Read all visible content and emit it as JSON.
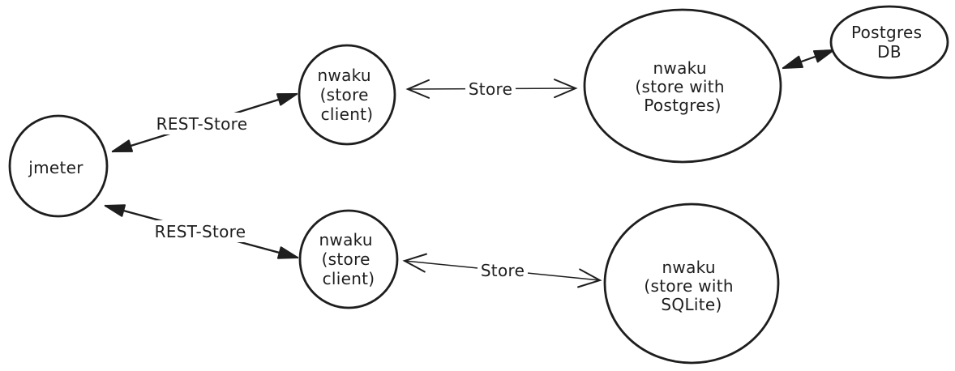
{
  "diagram": {
    "colors": {
      "stroke": "#1e1e1e",
      "background": "#ffffff"
    },
    "nodes": {
      "jmeter": {
        "lines": [
          "jmeter"
        ]
      },
      "store_client_top": {
        "lines": [
          "nwaku",
          "(store",
          "client)"
        ]
      },
      "store_client_bottom": {
        "lines": [
          "nwaku",
          "(store",
          "client)"
        ]
      },
      "nwaku_store_postgres": {
        "lines": [
          "nwaku",
          "(store with",
          "Postgres)"
        ]
      },
      "nwaku_store_sqlite": {
        "lines": [
          "nwaku",
          "(store with",
          "SQLite)"
        ]
      },
      "postgres_db": {
        "lines": [
          "Postgres",
          "DB"
        ]
      }
    },
    "edges": {
      "rest_store_top": {
        "label": "REST-Store"
      },
      "rest_store_bottom": {
        "label": "REST-Store"
      },
      "store_top": {
        "label": "Store"
      },
      "store_bottom": {
        "label": "Store"
      },
      "postgres_db_link": {
        "label": ""
      }
    }
  }
}
